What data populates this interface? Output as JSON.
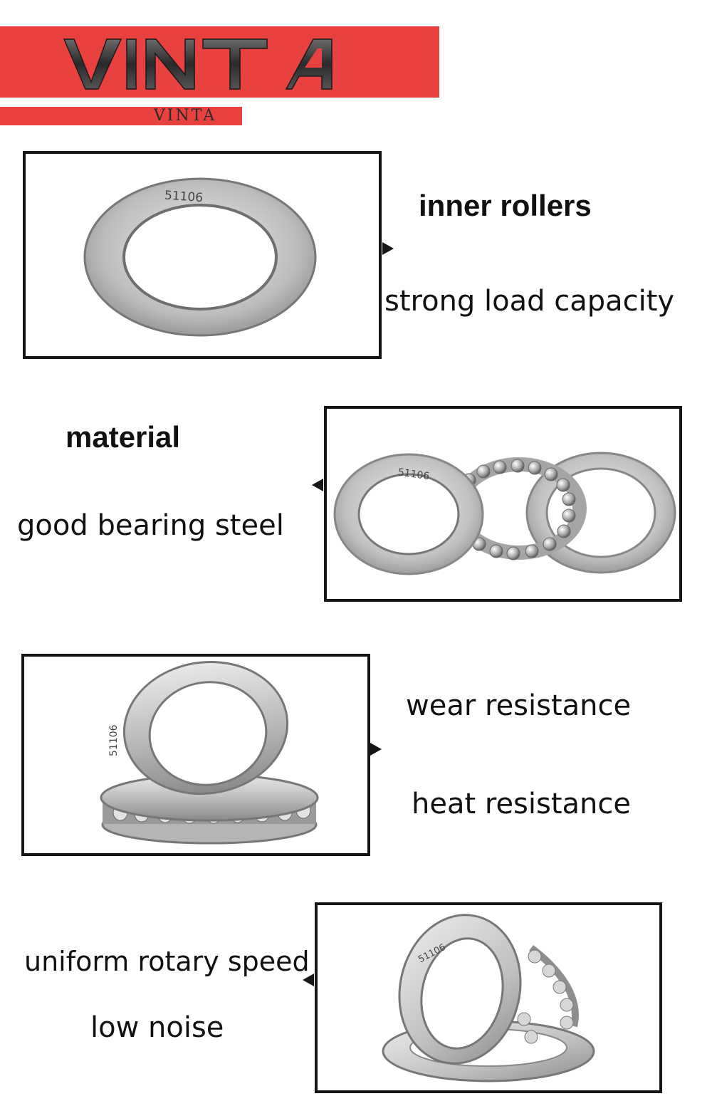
{
  "brand": {
    "logo_text": "VINTA",
    "sub_label": "VINTA",
    "color": "#e8413f"
  },
  "sections": [
    {
      "heading": "inner rollers",
      "caption": "strong load capacity",
      "image_label": "51106"
    },
    {
      "heading": "material",
      "caption": "good bearing steel",
      "image_label": "51106"
    },
    {
      "line1": "wear resistance",
      "line2": "heat resistance",
      "image_label": "51106"
    },
    {
      "line1": "uniform rotary speed",
      "line2": "low noise",
      "image_label": "51106"
    }
  ]
}
